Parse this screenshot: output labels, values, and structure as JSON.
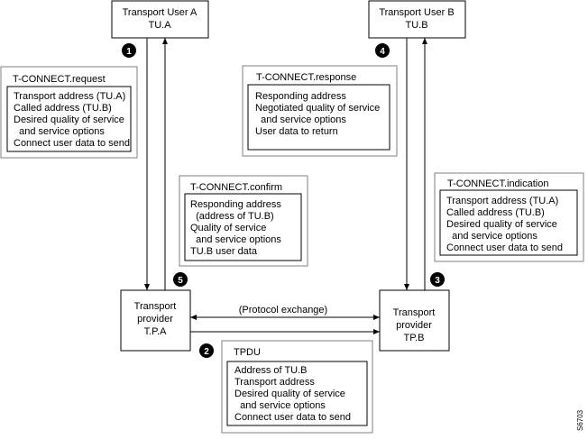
{
  "nodes": {
    "tua": [
      "Transport User A",
      "TU.A"
    ],
    "tub": [
      "Transport User B",
      "TU.B"
    ],
    "tpa": [
      "Transport",
      "provider",
      "T.P.A"
    ],
    "tpb": [
      "Transport",
      "provider",
      "TP.B"
    ]
  },
  "steps": [
    "1",
    "2",
    "3",
    "4",
    "5"
  ],
  "protocol_exchange": "(Protocol exchange)",
  "panels": {
    "request": {
      "title": "T-CONNECT.request",
      "lines": [
        "Transport address (TU.A)",
        "Called address (TU.B)",
        "Desired quality of service",
        "  and service options",
        "Connect user data to send"
      ]
    },
    "response": {
      "title": "T-CONNECT.response",
      "lines": [
        "Responding address",
        "Negotiated quality of service",
        "  and service options",
        "User data to return"
      ]
    },
    "confirm": {
      "title": "T-CONNECT.confirm",
      "lines": [
        "Responding address",
        "  (address of TU.B)",
        "Quality of service",
        "  and service options",
        "TU.B user data"
      ]
    },
    "indication": {
      "title": "T-CONNECT.indication",
      "lines": [
        "Transport address (TU.A)",
        "Called address (TU.B)",
        "Desired quality of service",
        "  and service options",
        "Connect user data to send"
      ]
    },
    "tpdu": {
      "title": "TPDU",
      "lines": [
        "Address of TU.B",
        "Transport address",
        "Desired quality of service",
        "  and service options",
        "Connect user data to send"
      ]
    }
  },
  "figure_id": "S6703"
}
